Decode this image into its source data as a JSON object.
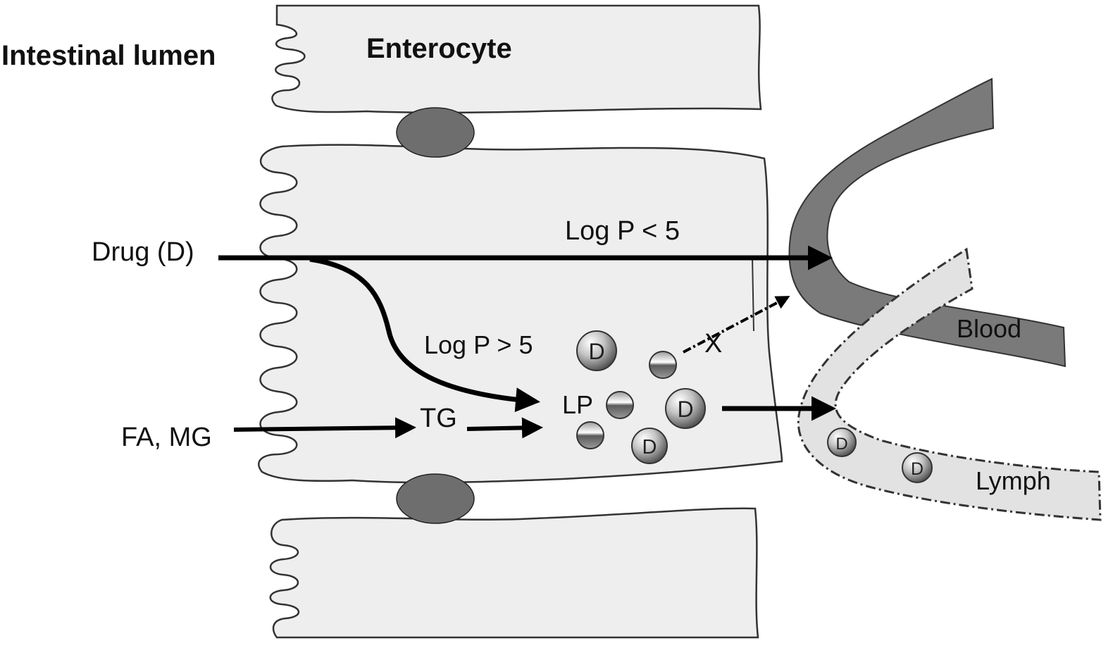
{
  "labels": {
    "lumen": "Intestinal lumen",
    "enterocyte": "Enterocyte",
    "drug": "Drug (D)",
    "logp_low": "Log P < 5",
    "logp_high": "Log P > 5",
    "fa_mg": "FA, MG",
    "tg": "TG",
    "lp": "LP",
    "blood": "Blood",
    "lymph": "Lymph",
    "blocked_mark": "X"
  },
  "drug_symbol": "D",
  "colors": {
    "cell_fill": "#eeeeee",
    "outline": "#333333",
    "junction": "#6e6e6e",
    "blood_vessel": "#7a7a7a",
    "lymph_vessel": "#e2e2e2",
    "arrow": "#000000"
  }
}
